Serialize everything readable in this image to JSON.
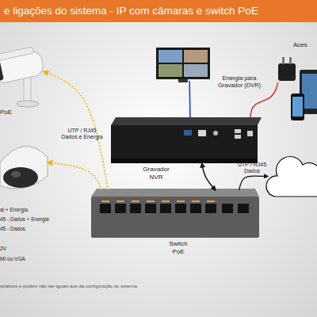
{
  "diagram": {
    "title": "e ligações do sistema - IP com câmaras e switch PoE",
    "nodes": [
      {
        "text": [
          "PoE"
        ]
      },
      {
        "text": []
      },
      {
        "text": []
      },
      {
        "text": [
          "Gravador NVR"
        ]
      },
      {
        "text": [
          "Energia para Gravador (DVR)"
        ]
      },
      {
        "text": [
          "Aces"
        ]
      },
      {
        "text": [
          "Switch PoE"
        ]
      },
      {
        "text": []
      }
    ],
    "edges": [
      {
        "from": 6,
        "to": 0,
        "arrow": "to",
        "label": "UTP / RJ45 Dados e Energia"
      },
      {
        "from": 6,
        "to": 1,
        "arrow": "to"
      },
      {
        "from": 2,
        "to": 3,
        "arrow": "none"
      },
      {
        "from": 4,
        "to": 3,
        "arrow": "none"
      },
      {
        "from": 3,
        "to": 6,
        "arrow": "both"
      },
      {
        "from": 6,
        "to": 7,
        "arrow": "to",
        "label": "UTP / RJ45 Dados"
      }
    ],
    "labels": [
      "al + Energia",
      "45 - Dados + Energia",
      "45 - Dados",
      "2V",
      "MI ou VGA",
      "strativos e podem não ser iguais aos da configuração do sistema."
    ]
  }
}
